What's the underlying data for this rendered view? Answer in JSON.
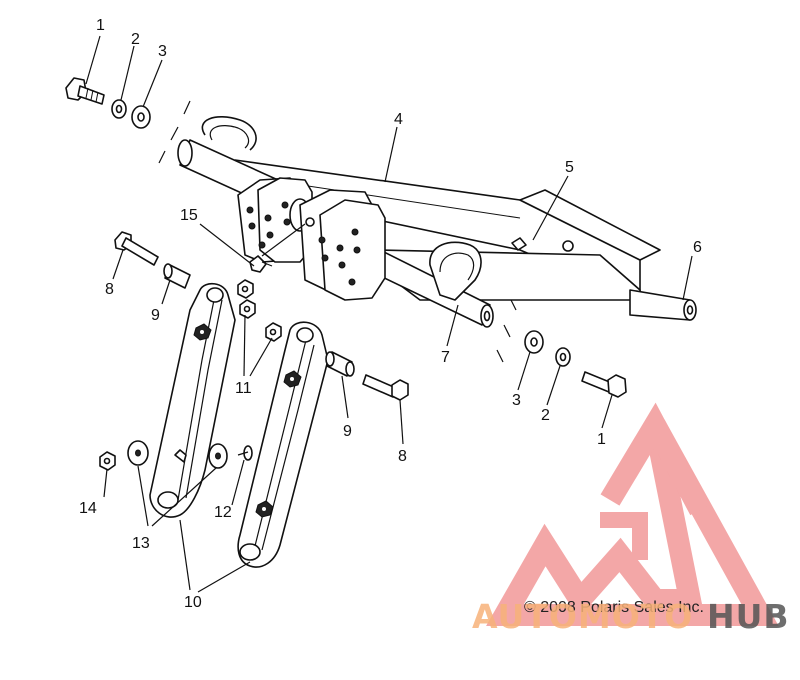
{
  "diagram": {
    "callouts": [
      {
        "id": "c1a",
        "label": "1"
      },
      {
        "id": "c2a",
        "label": "2"
      },
      {
        "id": "c3a",
        "label": "3"
      },
      {
        "id": "c4",
        "label": "4"
      },
      {
        "id": "c5",
        "label": "5"
      },
      {
        "id": "c6",
        "label": "6"
      },
      {
        "id": "c7",
        "label": "7"
      },
      {
        "id": "c3b",
        "label": "3"
      },
      {
        "id": "c2b",
        "label": "2"
      },
      {
        "id": "c1b",
        "label": "1"
      },
      {
        "id": "c15",
        "label": "15"
      },
      {
        "id": "c8a",
        "label": "8"
      },
      {
        "id": "c9a",
        "label": "9"
      },
      {
        "id": "c11",
        "label": "11"
      },
      {
        "id": "c9b",
        "label": "9"
      },
      {
        "id": "c8b",
        "label": "8"
      },
      {
        "id": "c14",
        "label": "14"
      },
      {
        "id": "c12",
        "label": "12"
      },
      {
        "id": "c13",
        "label": "13"
      },
      {
        "id": "c10",
        "label": "10"
      }
    ],
    "copyright": "© 2008 Polaris Sales Inc.",
    "watermark": {
      "text_left": "AUTOMOTO",
      "text_right": "HUB",
      "color_left": "#f7b27a",
      "color_right": "#555555",
      "logo_color": "#f08a8a"
    }
  }
}
